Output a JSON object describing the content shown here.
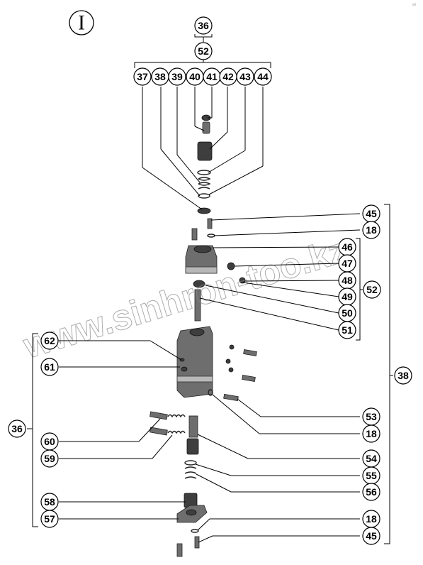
{
  "view_mark": "I",
  "corner_mark": "sh",
  "watermark": "www.sinhron-too.kz",
  "group_labels": {
    "top_group": "36",
    "top_subgroup": "52",
    "right_outer": "38",
    "right_inner": "52",
    "left_outer": "36"
  },
  "top_row": [
    "37",
    "38",
    "39",
    "40",
    "41",
    "42",
    "43",
    "44"
  ],
  "right_upper": [
    "45",
    "18",
    "46",
    "47",
    "48",
    "49",
    "50",
    "51"
  ],
  "left_labels": [
    "62",
    "61",
    "60",
    "59",
    "58",
    "57"
  ],
  "right_lower": [
    "53",
    "18",
    "54",
    "55",
    "56",
    "18",
    "45"
  ],
  "colors": {
    "ink": "#000000",
    "part": "#6e6e6e",
    "watermark": "#8a8a8a"
  }
}
